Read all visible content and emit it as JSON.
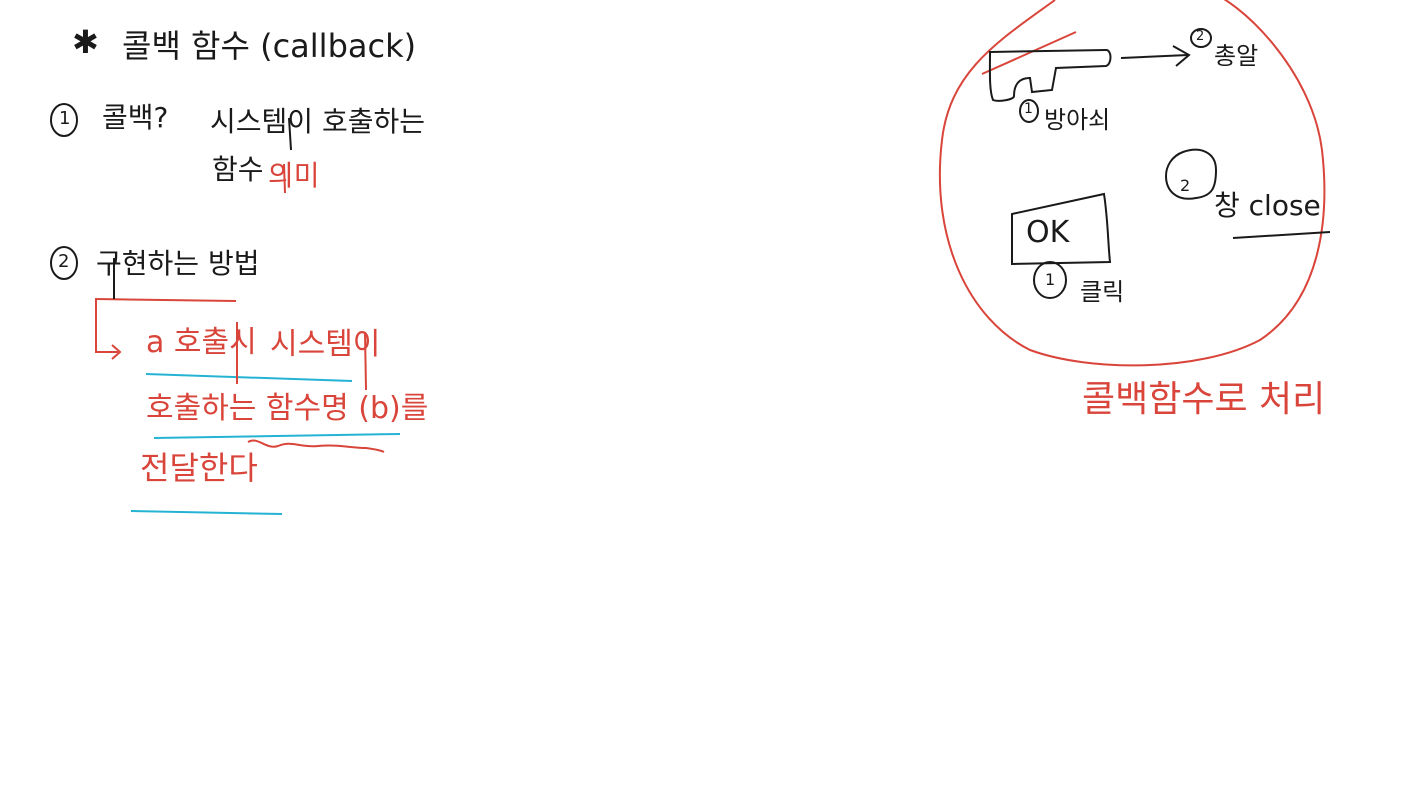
{
  "colors": {
    "black_ink": "#1a1a1a",
    "red_ink": "#d9453a",
    "cyan_ink": "#25b3d4",
    "background": "#ffffff"
  },
  "notes": {
    "heading_star": "✱",
    "heading": "콜백 함수 (callback)",
    "item1_marker": "1",
    "item1_question": "콜백?",
    "item1_text_line1": "시스템이 호출하는",
    "item1_text_line2_black": "함수",
    "item1_text_line2_red": "의미",
    "item2_marker": "2",
    "item2_title": "구현하는 방법",
    "item2_line1_a": "a 호출시",
    "item2_line1_b": "시스템이",
    "item2_line2": "호출하는 함수명 (b)를",
    "item2_line3": "전달한다"
  },
  "diagram": {
    "icon_gun_marker": "1",
    "icon_gun_label": "방아쇠",
    "arrow_marker": "2",
    "arrow_label": "총알",
    "ok_button_label": "OK",
    "ok_marker": "1",
    "ok_label": "클릭",
    "circle_marker": "2",
    "circle_label": "창 close",
    "conclusion": "콜백함수로 처리"
  }
}
